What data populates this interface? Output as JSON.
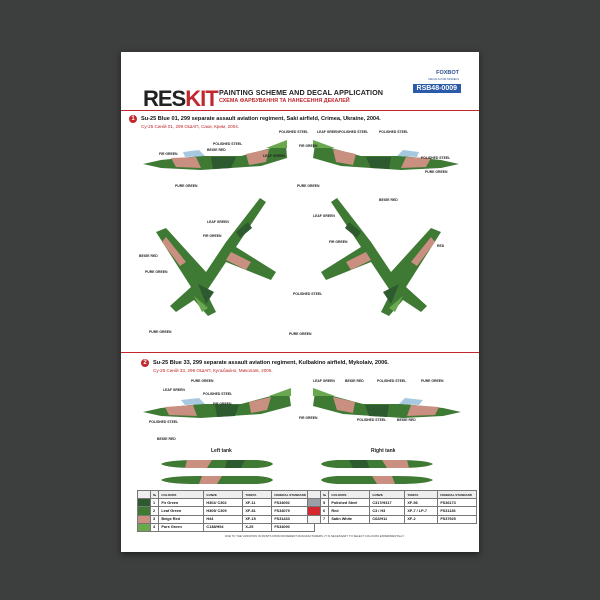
{
  "brand": {
    "text_main": "RES",
    "text_accent": "KIT"
  },
  "header": {
    "title": "PAINTING SCHEME AND DECAL APPLICATION",
    "subtitle": "СХЕМА ФАРБУВАННЯ ТА НАНЕСЕННЯ ДЕКАЛЕЙ",
    "foxbot": "FOXBOT",
    "foxbot_sub": "DECALS FOR MODELS",
    "code": "RSB48-0009"
  },
  "section1": {
    "num": "1",
    "title": "Su-25 Blue 01, 299 separate assault aviation regiment, Saki airfield, Crimea, Ukraine, 2004.",
    "subtitle": "Су-25 Синій 01, 299 ОШАП, Саки, Крим, 2004."
  },
  "section2": {
    "num": "2",
    "title": "Su-25 Blue 33, 299 separate assault aviation regiment, Kulbakino airfield, Mykolaiv, 2006.",
    "subtitle": "Су-25 Синій 33, 299 ОШАП, Кульбакіно, Миколаїв, 2006."
  },
  "labels": {
    "polished_steel": "POLISHED STEEL",
    "leaf_green": "LEAF GREEN",
    "beige_red": "BEIGE RED",
    "fir_green": "FIR GREEN",
    "pure_green": "PURE GREEN",
    "red": "RED"
  },
  "tanks": {
    "left": "Left tank",
    "right": "Right tank"
  },
  "legend": {
    "headers": [
      "№",
      "COLOURS",
      "GUNZE",
      "TAMIYA",
      "FEDERAL STANDARD"
    ],
    "left": [
      {
        "n": "1",
        "name": "Fir Green",
        "gunze": "H302/ C302",
        "tamiya": "XF-11",
        "fs": "FS34092",
        "color": "#2d5a2e"
      },
      {
        "n": "2",
        "name": "Leaf Green",
        "gunze": "H309/ C309",
        "tamiya": "XF-81",
        "fs": "FS34079",
        "color": "#3f7a35"
      },
      {
        "n": "3",
        "name": "Beige Red",
        "gunze": "H44",
        "tamiya": "XF-15",
        "fs": "FS31433",
        "color": "#c98f80"
      },
      {
        "n": "4",
        "name": "Pure Green",
        "gunze": "C138/H94",
        "tamiya": "X-25",
        "fs": "FS34090",
        "color": "#6aa84f"
      }
    ],
    "right": [
      {
        "n": "5",
        "name": "Polished Steel",
        "gunze": "C317/H317",
        "tamiya": "XF-56",
        "fs": "FS36173",
        "color": "#9aa0a6"
      },
      {
        "n": "6",
        "name": "Red",
        "gunze": "C3 / H3",
        "tamiya": "XF-7 / LP-7",
        "fs": "FS31136",
        "color": "#d4272e"
      },
      {
        "n": "7",
        "name": "Satin White",
        "gunze": "C62/H11",
        "tamiya": "XF-2",
        "fs": "FS37925",
        "color": "#f4f4f4"
      }
    ],
    "footnote": "DUE TO THE VARIATION IN PAINTS FROM DIFFERENT MANUFACTURERS, IT IS NECESSARY TO SELECT COLOURS EXPERIMENTALLY"
  }
}
